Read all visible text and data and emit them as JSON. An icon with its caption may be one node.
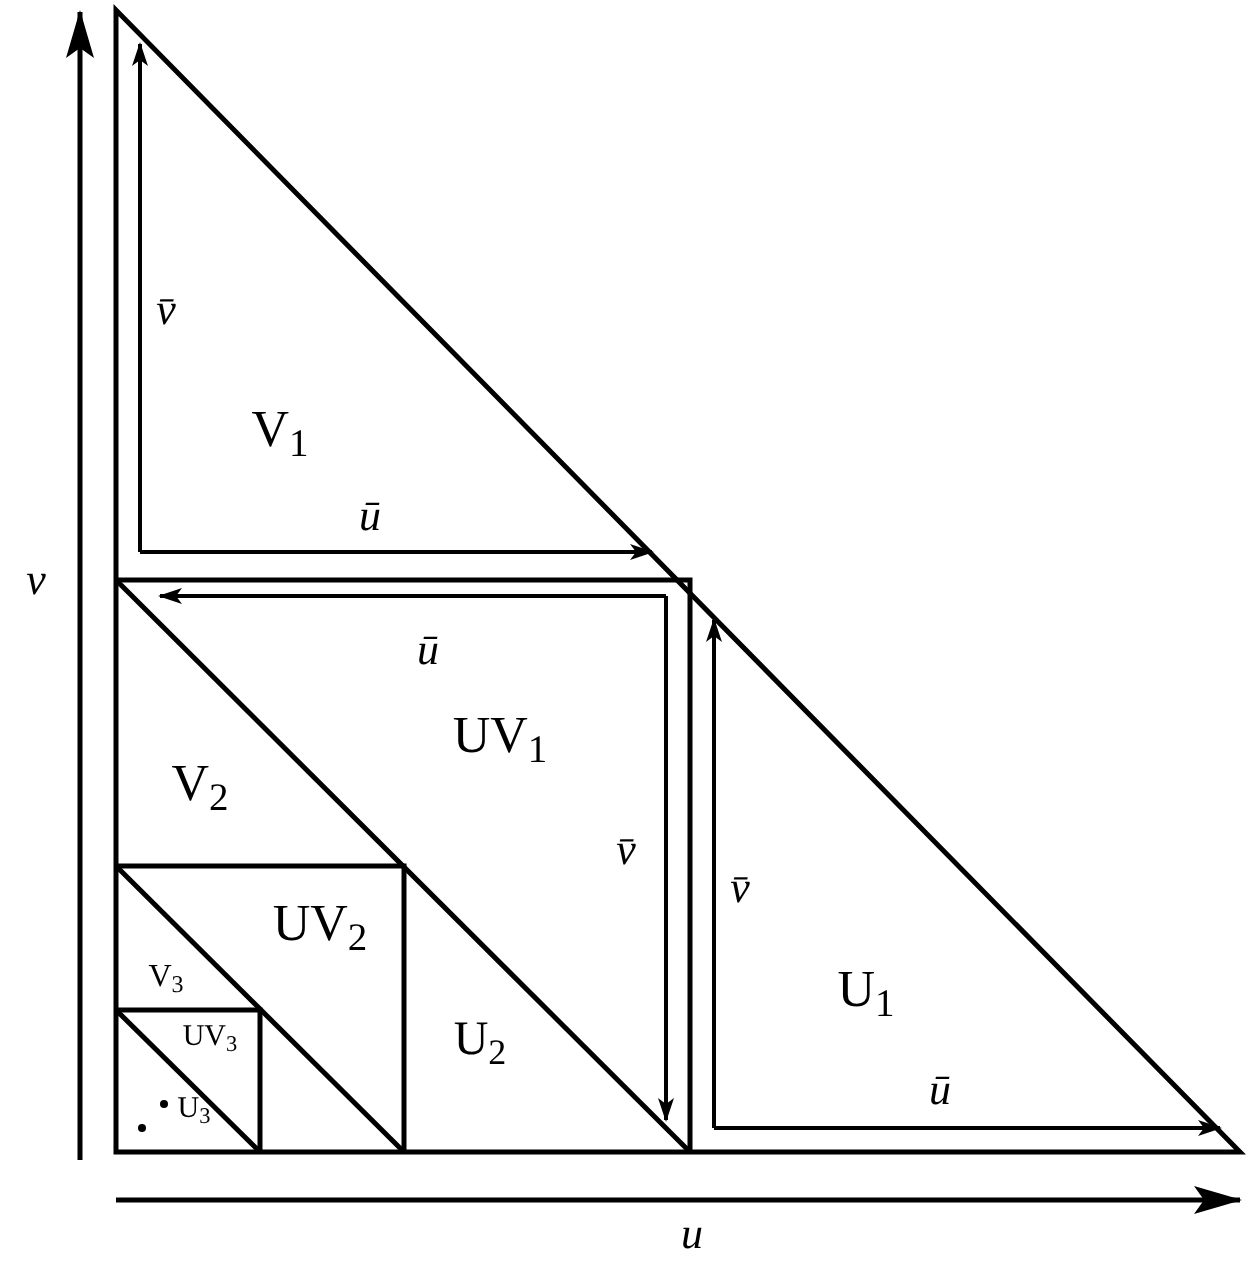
{
  "diagram": {
    "nodes": [
      {
        "text": [
          "V$_{1}$"
        ]
      },
      {
        "text": [
          "UV$_{1}$"
        ]
      },
      {
        "text": [
          "V$_{2}$"
        ]
      },
      {
        "text": [
          "U$_{1}$"
        ]
      },
      {
        "text": [
          "UV$_{2}$"
        ]
      },
      {
        "text": [
          "V$_{3}$"
        ]
      },
      {
        "text": [
          "U$_{2}$"
        ]
      },
      {
        "text": [
          "UV$_{3}$"
        ]
      },
      {
        "text": [
          "U$_{3}$"
        ]
      }
    ],
    "edges": [],
    "labels": [
      "v̄",
      "ū",
      "v",
      "ū",
      "v̄",
      "v̄",
      "ū",
      "u"
    ]
  }
}
